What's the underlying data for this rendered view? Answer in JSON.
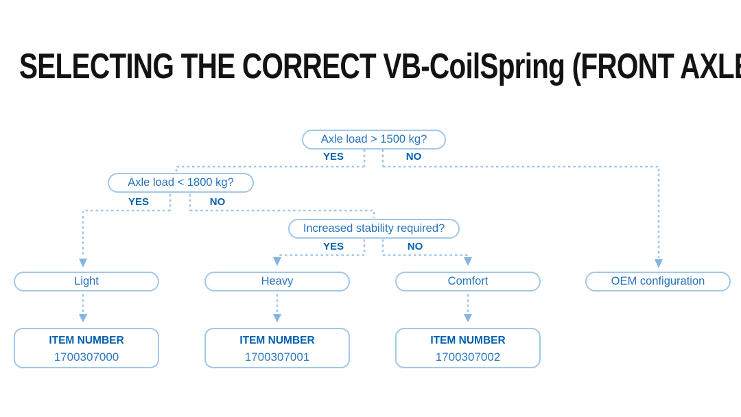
{
  "title": "SELECTING THE CORRECT VB-CoilSpring (FRONT AXLE)",
  "colors": {
    "title": "#131313",
    "line": "#A3C7E8",
    "arrow": "#85B5DF",
    "border": "#A3C7E8",
    "question": "#2573B9",
    "label": "#0060AE",
    "number": "#2E79BE"
  },
  "flow": {
    "decisions": [
      {
        "question": "Axle load > 1500 kg?",
        "yes": "YES",
        "no": "NO"
      },
      {
        "question": "Axle load < 1800 kg?",
        "yes": "YES",
        "no": "NO"
      },
      {
        "question": "Increased stability required?",
        "yes": "YES",
        "no": "NO"
      }
    ],
    "results": [
      {
        "label": "Light"
      },
      {
        "label": "Heavy"
      },
      {
        "label": "Comfort"
      },
      {
        "label": "OEM configuration"
      }
    ],
    "items": [
      {
        "label": "ITEM NUMBER",
        "number": "1700307000"
      },
      {
        "label": "ITEM NUMBER",
        "number": "1700307001"
      },
      {
        "label": "ITEM NUMBER",
        "number": "1700307002"
      }
    ]
  }
}
